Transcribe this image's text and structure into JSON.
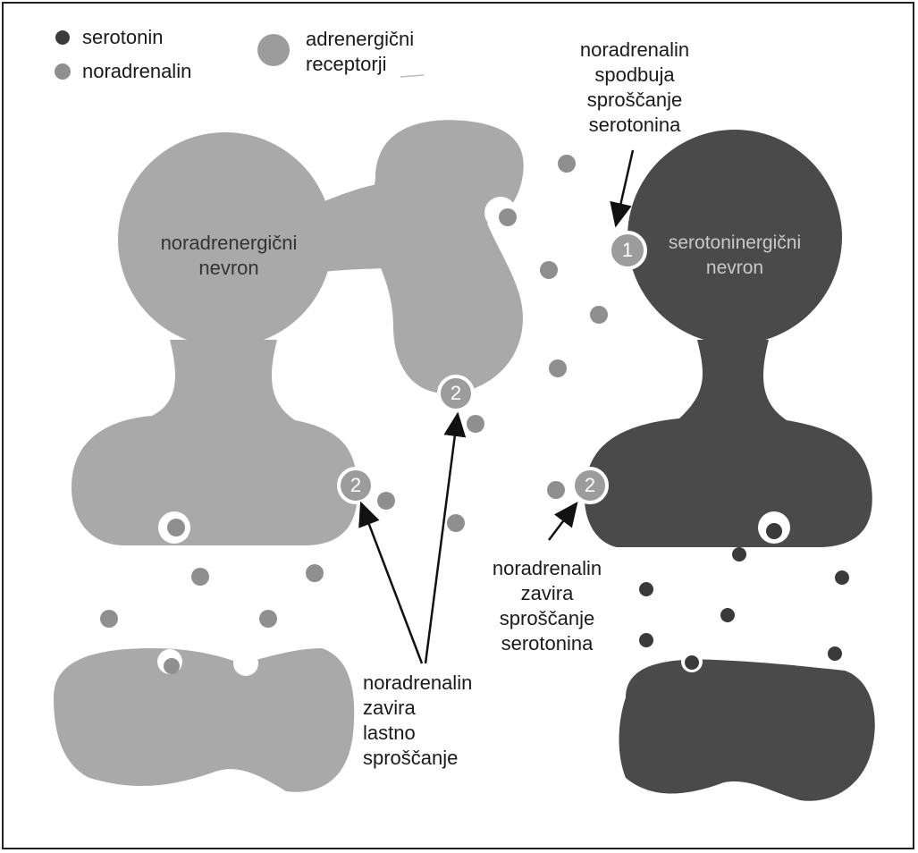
{
  "legend": {
    "serotonin": "serotonin",
    "noradrenalin": "noradrenalin",
    "receptors_line1": "adrenergični",
    "receptors_line2": "receptorji"
  },
  "neurons": {
    "left_line1": "noradrenergični",
    "left_line2": "nevron",
    "right_line1": "serotoninergični",
    "right_line2": "nevron"
  },
  "annotations": {
    "stimulate": [
      "noradrenalin",
      "spodbuja",
      "sproščanje",
      "serotonina"
    ],
    "inhibit_serotonin": [
      "noradrenalin",
      "zavira",
      "sproščanje",
      "serotonina"
    ],
    "inhibit_self": [
      "noradrenalin",
      "zavira",
      "lastno",
      "sproščanje"
    ]
  },
  "receptor_labels": {
    "r1": "1",
    "r2a": "2",
    "r2b": "2",
    "r2c": "2"
  },
  "colors": {
    "noradrenergic": "#a9a9a9",
    "serotonergic": "#4a4a4a",
    "noradrenalin_molecule": "#8f8f8f",
    "serotonin_molecule": "#3a3a3a",
    "receptor": "#9c9c9c",
    "receptor_ring": "#ffffff"
  }
}
